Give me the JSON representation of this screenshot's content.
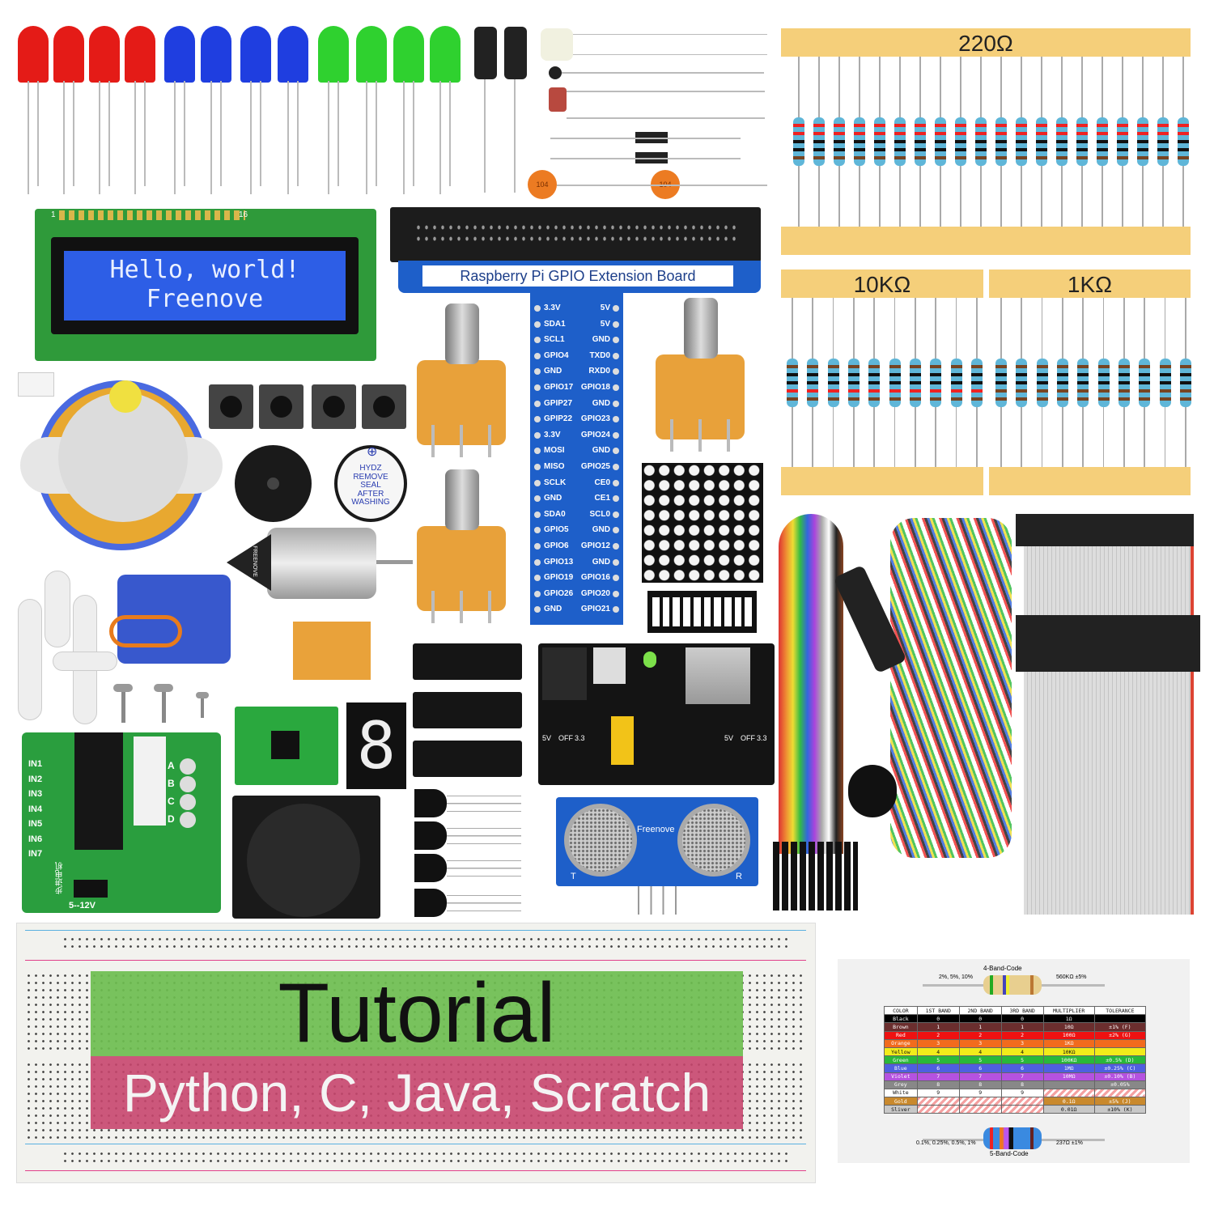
{
  "leds": {
    "colors": [
      "#e41b17",
      "#e41b17",
      "#e41b17",
      "#e41b17",
      "#1f3ee0",
      "#1f3ee0",
      "#1f3ee0",
      "#1f3ee0",
      "#2fd12f",
      "#2fd12f",
      "#2fd12f",
      "#2fd12f"
    ]
  },
  "capacitor_label": "104",
  "resistors": {
    "r220": "220Ω",
    "r10k": "10KΩ",
    "r1k": "1KΩ"
  },
  "lcd": {
    "line1": "Hello, world!",
    "line2": "Freenove",
    "pin_start": "1",
    "pin_end": "16"
  },
  "gpio": {
    "title": "Raspberry Pi GPIO Extension Board",
    "left": [
      "3.3V",
      "SDA1",
      "SCL1",
      "GPIO4",
      "GND",
      "GPIO17",
      "GPIP27",
      "GPIP22",
      "3.3V",
      "MOSI",
      "MISO",
      "SCLK",
      "GND",
      "SDA0",
      "GPIO5",
      "GPIO6",
      "GPIO13",
      "GPIO19",
      "GPIO26",
      "GND"
    ],
    "right": [
      "5V",
      "5V",
      "GND",
      "TXD0",
      "RXD0",
      "GPIO18",
      "GND",
      "GPIO23",
      "GPIO24",
      "GND",
      "GPIO25",
      "CE0",
      "CE1",
      "SCL0",
      "GND",
      "GPIO12",
      "GND",
      "GPIO16",
      "GPIO20",
      "GPIO21"
    ]
  },
  "sticker": [
    "HYDZ",
    "REMOVE",
    "SEAL",
    "AFTER",
    "WASHING"
  ],
  "motor_label": "FREENOVE",
  "driver": {
    "inputs": [
      "IN1",
      "IN2",
      "IN3",
      "IN4",
      "IN5",
      "IN6",
      "IN7"
    ],
    "letters": [
      "A",
      "B",
      "C",
      "D"
    ],
    "voltage": "5--12V",
    "cn": "步进电机"
  },
  "seven_seg_digit": "8",
  "ultrasonic": {
    "brand": "Freenove",
    "t": "T",
    "r": "R"
  },
  "power_module": {
    "labels": [
      "5V",
      "OFF",
      "3.3",
      "5V",
      "OFF",
      "3.3"
    ]
  },
  "tutorial": {
    "title": "Tutorial",
    "languages": "Python, C, Java, Scratch"
  },
  "color_card": {
    "top_title": "4-Band-Code",
    "top_left": "2%, 5%, 10%",
    "top_right": "560KΩ ±5%",
    "bottom_title": "5-Band-Code",
    "bottom_left": "0.1%, 0.25%, 0.5%, 1%",
    "bottom_right": "237Ω ±1%",
    "headers": [
      "COLOR",
      "1ST BAND",
      "2ND BAND",
      "3RD BAND",
      "MULTIPLIER",
      "TOLERANCE"
    ],
    "rows": [
      {
        "c": "#000000",
        "cells": [
          "Black",
          "0",
          "0",
          "0",
          "1Ω",
          ""
        ]
      },
      {
        "c": "#6b2e2e",
        "cells": [
          "Brown",
          "1",
          "1",
          "1",
          "10Ω",
          "±1%  (F)"
        ]
      },
      {
        "c": "#ee1111",
        "cells": [
          "Red",
          "2",
          "2",
          "2",
          "100Ω",
          "±2%  (G)"
        ]
      },
      {
        "c": "#f26b1d",
        "cells": [
          "Orange",
          "3",
          "3",
          "3",
          "1KΩ",
          ""
        ]
      },
      {
        "c": "#f2ec1a",
        "cells": [
          "Yellow",
          "4",
          "4",
          "4",
          "10KΩ",
          ""
        ]
      },
      {
        "c": "#29b83a",
        "cells": [
          "Green",
          "5",
          "5",
          "5",
          "100KΩ",
          "±0.5%  (D)"
        ]
      },
      {
        "c": "#4f5fe0",
        "cells": [
          "Blue",
          "6",
          "6",
          "6",
          "1MΩ",
          "±0.25%  (C)"
        ]
      },
      {
        "c": "#b552e0",
        "cells": [
          "Violet",
          "7",
          "7",
          "7",
          "10MΩ",
          "±0.10%  (B)"
        ]
      },
      {
        "c": "#888888",
        "cells": [
          "Grey",
          "8",
          "8",
          "8",
          "",
          "±0.05%"
        ]
      },
      {
        "c": "#ffffff",
        "cells": [
          "White",
          "9",
          "9",
          "9",
          "",
          ""
        ]
      },
      {
        "c": "#c9892d",
        "cells": [
          "Gold",
          "",
          "",
          "",
          "0.1Ω",
          "±5%  (J)"
        ]
      },
      {
        "c": "#c8c8c8",
        "cells": [
          "Sliver",
          "",
          "",
          "",
          "0.01Ω",
          "±10%  (K)"
        ]
      }
    ]
  }
}
